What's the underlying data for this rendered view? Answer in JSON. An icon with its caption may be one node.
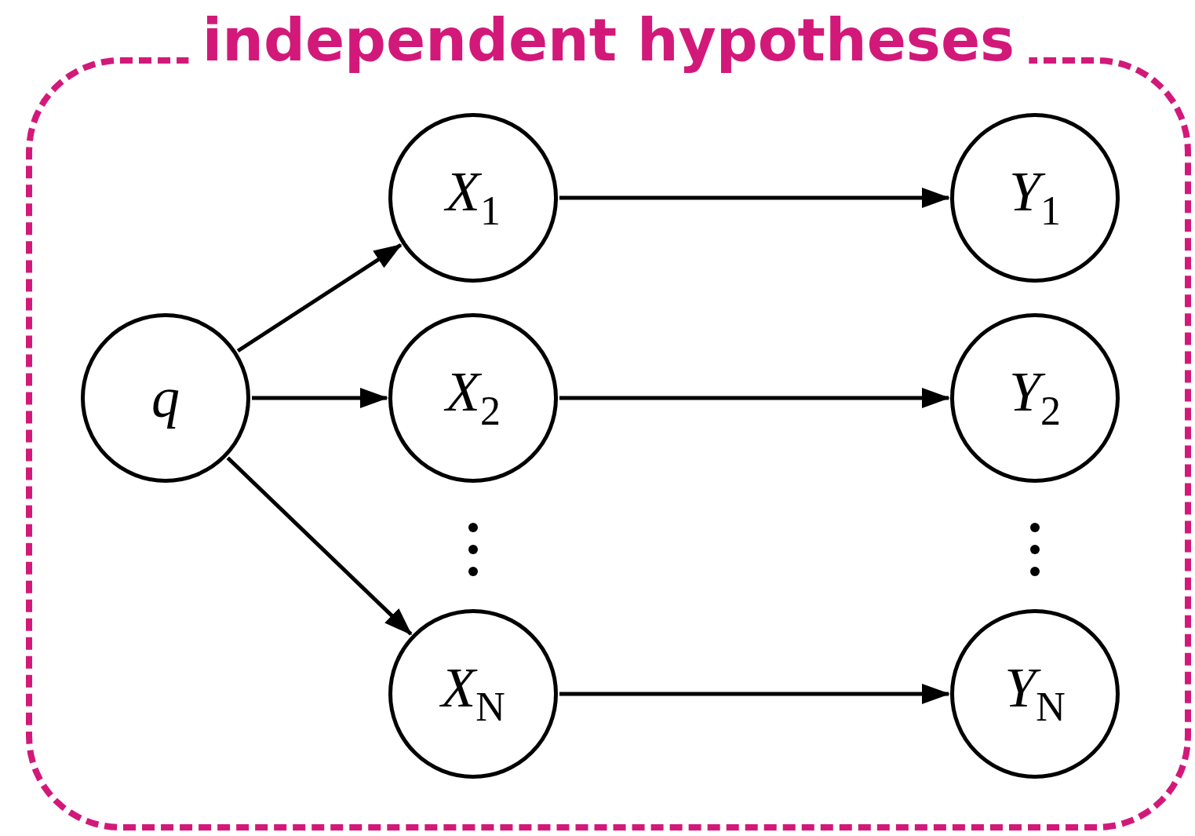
{
  "diagram": {
    "nodes": [
      {
        "text": [
          "independent hypotheses"
        ]
      },
      {
        "text": [
          "*q*"
        ],
        "in": 0
      },
      {
        "text": [
          "*X*$_{1}$"
        ],
        "in": 0
      },
      {
        "text": [
          "*X*$_{2}$"
        ],
        "in": 0
      },
      {
        "text": [
          "*X*$_{N}$"
        ],
        "in": 0
      },
      {
        "text": [
          "*Y*$_{1}$"
        ],
        "in": 0
      },
      {
        "text": [
          "*Y*$_{2}$"
        ],
        "in": 0
      },
      {
        "text": [
          "*Y*$_{N}$"
        ],
        "in": 0
      }
    ],
    "edges": [
      {
        "from": 1,
        "to": 2,
        "arrow": "to"
      },
      {
        "from": 1,
        "to": 3,
        "arrow": "to"
      },
      {
        "from": 1,
        "to": 4,
        "arrow": "to"
      },
      {
        "from": 2,
        "to": 5,
        "arrow": "to"
      },
      {
        "from": 3,
        "to": 6,
        "arrow": "to"
      },
      {
        "from": 4,
        "to": 7,
        "arrow": "to"
      }
    ]
  }
}
